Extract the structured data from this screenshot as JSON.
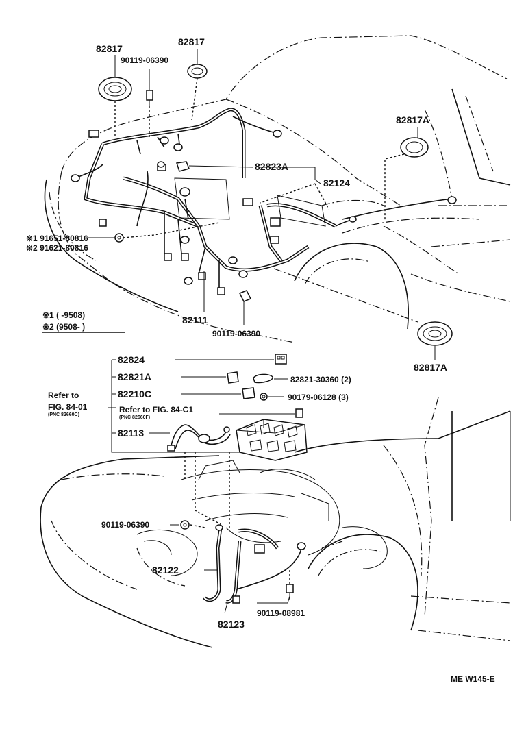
{
  "upper_labels": {
    "grommet_left": "82817",
    "bolt_top": "90119-06390",
    "grommet_top": "82817",
    "grommet_right": "82817A",
    "clamp": "82823A",
    "harness_right": "82124",
    "ref1": "※1 91651-80816",
    "ref2": "※2 91621-80816",
    "harness_main": "82111",
    "bolt_bottom": "90119-06390",
    "grommet_lower_right": "82817A"
  },
  "legend": {
    "line1": "※1 (      -9508)",
    "line2": "※2 (9508-       )"
  },
  "relay_block": {
    "relay": "82824",
    "fuse": "82821A",
    "fuse_right": "82821-30360 (2)",
    "cover": "82210C",
    "nut": "90179-06128 (3)",
    "cable": "82113",
    "refer_left_1": "Refer to",
    "refer_left_2": "FIG. 84-01",
    "refer_left_pnc": "(PNC 82660C)",
    "refer_right_1": "Refer to FIG. 84-C1",
    "refer_right_pnc": "(PNC 82660F)"
  },
  "lower_labels": {
    "bolt_left": "90119-06390",
    "cable_a": "82122",
    "bolt_right": "90119-08981",
    "cable_b": "82123"
  },
  "footer": {
    "code": "ME  W145-E"
  }
}
